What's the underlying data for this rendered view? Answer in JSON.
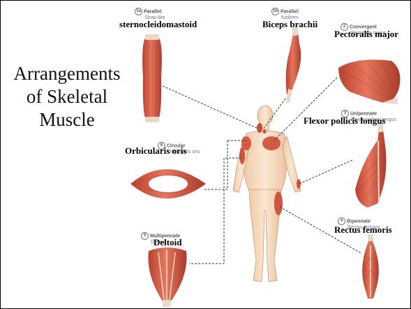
{
  "title": {
    "line1": "Arrangements",
    "line2": "of Skeletal",
    "line3": "Muscle"
  },
  "plates": [
    {
      "num": "1a",
      "kind": "Parallel:",
      "sub": "Strap-like"
    },
    {
      "num": "1b",
      "kind": "Parallel:",
      "sub": "fusiform"
    },
    {
      "num": "2",
      "kind": "Convergent",
      "sub": "Pectoralis major"
    },
    {
      "num": "3",
      "kind": "Unipennate",
      "sub": "Flexor pollicis longus"
    },
    {
      "num": "6",
      "kind": "Circular",
      "sub": "Orbicularis oris"
    },
    {
      "num": "5",
      "kind": "Multipennate",
      "sub": "Deltoid"
    },
    {
      "num": "4",
      "kind": "Bipennate",
      "sub": "Rectus femoris"
    }
  ],
  "labels": {
    "strap": "sternocleidomastoid",
    "fusiform": "Biceps brachii",
    "convergent": "Pectoralis major",
    "unipennate": "Flexor pollicis longus",
    "circular": "Orbicularis oris",
    "multipennate": "Deltoid",
    "bipennate": "Rectus femoris"
  },
  "colors": {
    "muscle": "#d9604a",
    "muscle_dark": "#b53f2e",
    "skin": "#f6dcc0",
    "leader": "#333333"
  }
}
